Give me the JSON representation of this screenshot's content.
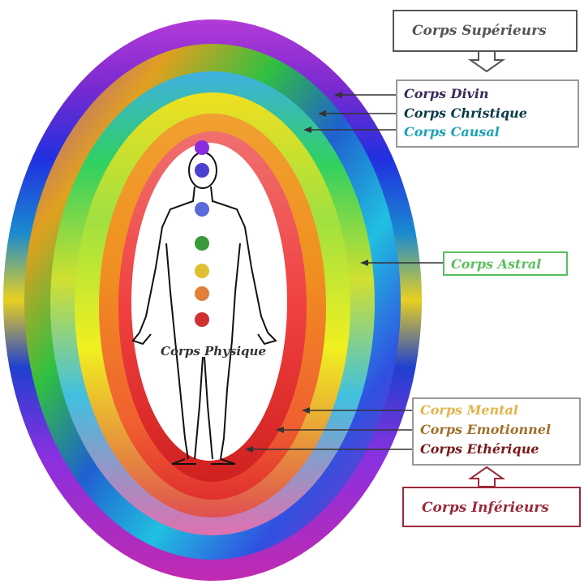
{
  "diagram": {
    "upper_group": {
      "title": "Corps Supérieurs",
      "color": "#555555"
    },
    "upper_bodies": [
      {
        "label": "Corps Divin",
        "color": "#3a2a5c"
      },
      {
        "label": "Corps Christique",
        "color": "#0a3a4a"
      },
      {
        "label": "Corps Causal",
        "color": "#1aa3b5"
      }
    ],
    "astral": {
      "label": "Corps Astral",
      "color": "#5bbf5b"
    },
    "lower_bodies": [
      {
        "label": "Corps Mental",
        "color": "#e2b44a"
      },
      {
        "label": "Corps Emotionnel",
        "color": "#a0702a"
      },
      {
        "label": "Corps Ethérique",
        "color": "#7a1a1a"
      }
    ],
    "lower_group": {
      "title": "Corps Inférieurs",
      "color": "#9a2a3a"
    },
    "center": {
      "label": "Corps Physique",
      "color": "#333333"
    },
    "aura_colors": [
      "#a020d0",
      "#3040e0",
      "#20c0e0",
      "#30d040",
      "#f0e020",
      "#f08020",
      "#e02020"
    ],
    "chakra_colors": [
      "#8a2be2",
      "#4b3fd0",
      "#5a6ad8",
      "#3a9a3a",
      "#e0c030",
      "#e0803a",
      "#d03030"
    ]
  }
}
